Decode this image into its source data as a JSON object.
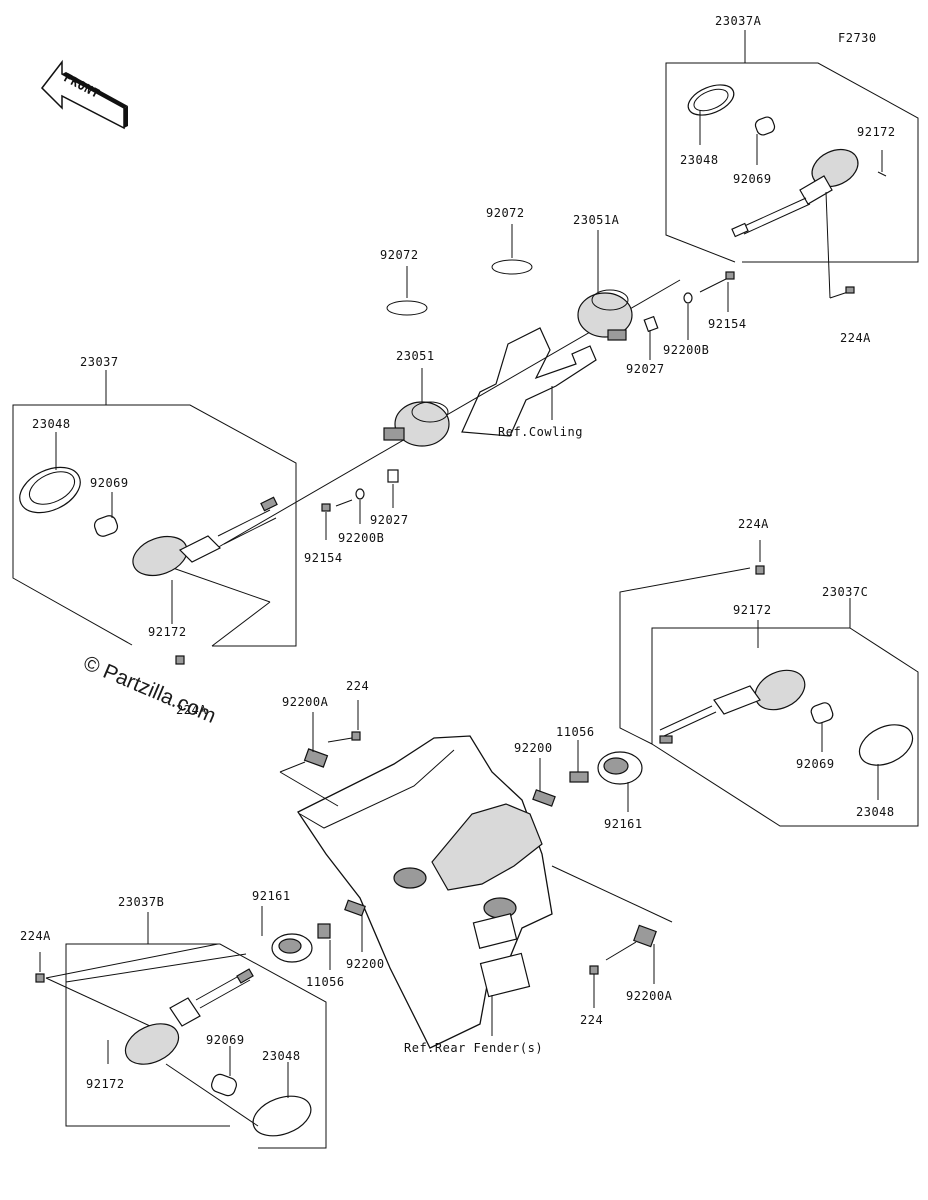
{
  "diagram_code": "F2730",
  "front_label": "FRONT",
  "watermark": "© Partzilla.com",
  "labels": {
    "a23037A": "23037A",
    "a23048_tr": "23048",
    "a92069_tr": "92069",
    "a92172_tr": "92172",
    "a224A_tr": "224A",
    "a92072_l": "92072",
    "a92072_r": "92072",
    "a23051A": "23051A",
    "a92154_r": "92154",
    "a92200B_r": "92200B",
    "a92027_r": "92027",
    "a23051": "23051",
    "ref_cowling": "Ref.Cowling",
    "a23037": "23037",
    "a23048_l": "23048",
    "a92069_l": "92069",
    "a92172_l": "92172",
    "a224A_l": "224A",
    "a92027_l": "92027",
    "a92200B_l": "92200B",
    "a92154_l": "92154",
    "a224A_rm": "224A",
    "a23037C": "23037C",
    "a92172_rm": "92172",
    "a92069_rm": "92069",
    "a23048_rm": "23048",
    "a92200A_top": "92200A",
    "a224_top": "224",
    "a11056_top": "11056",
    "a92200_top": "92200",
    "a92161_top": "92161",
    "a23037B": "23037B",
    "a224A_bl": "224A",
    "a92161_bl": "92161",
    "a11056_bl": "11056",
    "a92200_bl": "92200",
    "a92172_bl": "92172",
    "a92069_bl": "92069",
    "a23048_bl": "23048",
    "a224_br": "224",
    "a92200A_br": "92200A",
    "ref_rear_fender": "Ref.Rear Fender(s)"
  }
}
